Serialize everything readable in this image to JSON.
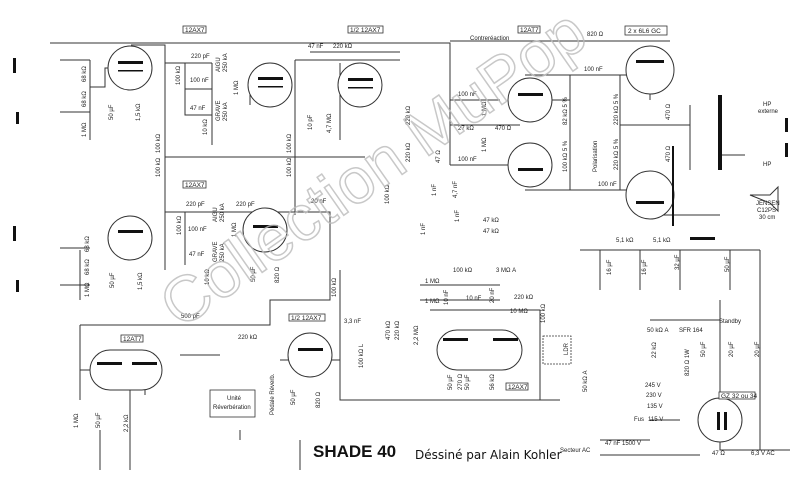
{
  "title": "SHADE 40",
  "author": "Déssiné par Alain Kohler",
  "watermark": "Collection MuPop",
  "tubes": {
    "v1": "12AX7",
    "v2": "12AX7",
    "v3": "1/2  12AX7",
    "v4": "12AT7",
    "v5": "2 x  6L6 GC",
    "v6": "12AT7",
    "v7": "1/2  12AX7",
    "v8": "12AX7",
    "v9": "GZ 32 ou 34"
  },
  "feedback": {
    "label": "Contreréaction",
    "value": "820 Ω"
  },
  "speaker": {
    "hp_ext": "HP",
    "hp_ext2": "externe",
    "hp": "HP",
    "brand": "JENSEN",
    "model": "C12PS",
    "size": "30 cm"
  },
  "ch1": [
    "68 kΩ",
    "68 kΩ",
    "1 MΩ",
    "50 µF",
    "1,5 kΩ",
    "220 pF",
    "AIGU",
    "250 kA",
    "100 kΩ",
    "100 nF",
    "47 nF",
    "GRAVE",
    "250 kA",
    "10 kΩ",
    "1 MΩ",
    "100 kΩ",
    "100 kΩ"
  ],
  "mid": [
    "47 nF",
    "220 kΩ",
    "10 pF",
    "4,7 MΩ",
    "100 kΩ",
    "100 kΩ",
    "100 kΩ",
    "220 kΩ",
    "220 kΩ",
    "20 nF"
  ],
  "pi": [
    "100 nF",
    "27 kΩ",
    "470 Ω",
    "1 MΩ",
    "1 MΩ",
    "47 Ω",
    "100 nF",
    "100 nF",
    "82 kΩ 5 %",
    "100 kΩ 5 %",
    "Polarisation",
    "220 kΩ 5 %",
    "220 kΩ 5 %",
    "470 Ω",
    "470 Ω",
    "100 nF"
  ],
  "ch2": [
    "220 pF",
    "AIGU",
    "250 kA",
    "100 kΩ",
    "100 nF",
    "47 nF",
    "GRAVE",
    "250 kA",
    "10 kΩ",
    "220 pF",
    "1 MΩ",
    "50 µF",
    "820 Ω",
    "68 kΩ",
    "68 kΩ",
    "1 MΩ",
    "50 µF",
    "1,5 kΩ",
    "100 kΩ"
  ],
  "sw": [
    "1 nF",
    "4,7 nF",
    "1 nF",
    "1 nF",
    "47  kΩ",
    "47  kΩ"
  ],
  "psu": [
    "5,1  kΩ",
    "5,1  kΩ",
    "16 µF",
    "16 µF",
    "32 µF",
    "50 µF",
    "50 kΩ A",
    "SFR 164",
    "22 kΩ",
    "50 µF",
    "820 Ω 1W",
    "Standby",
    "20 µF",
    "20 µF",
    "245 V",
    "230 V",
    "135 V",
    "115 V",
    "Fus",
    "47 nF 1500 V",
    "Secteur AC",
    "47 Ω",
    "6,3 V AC"
  ],
  "reverb": [
    "500 pF",
    "220 kΩ",
    "Unité",
    "Réverbération",
    "Pédale Réverb.",
    "50 µF",
    "820 Ω",
    "1 MΩ",
    "50 µF",
    "2,2 kΩ",
    "3,3 nF",
    "470 kΩ",
    "220 kΩ",
    "100 kΩ L"
  ],
  "trem": [
    "1 MΩ",
    "1 MΩ",
    "100 kΩ",
    "3 MΩ A",
    "10 nF",
    "10 nF",
    "20 nF",
    "220 kΩ",
    "10 MΩ",
    "2,2 MΩ",
    "100 kΩ",
    "LDR",
    "50 µF",
    "270 Ω",
    "50 µF",
    "56 kΩ",
    "50 kΩ A"
  ]
}
